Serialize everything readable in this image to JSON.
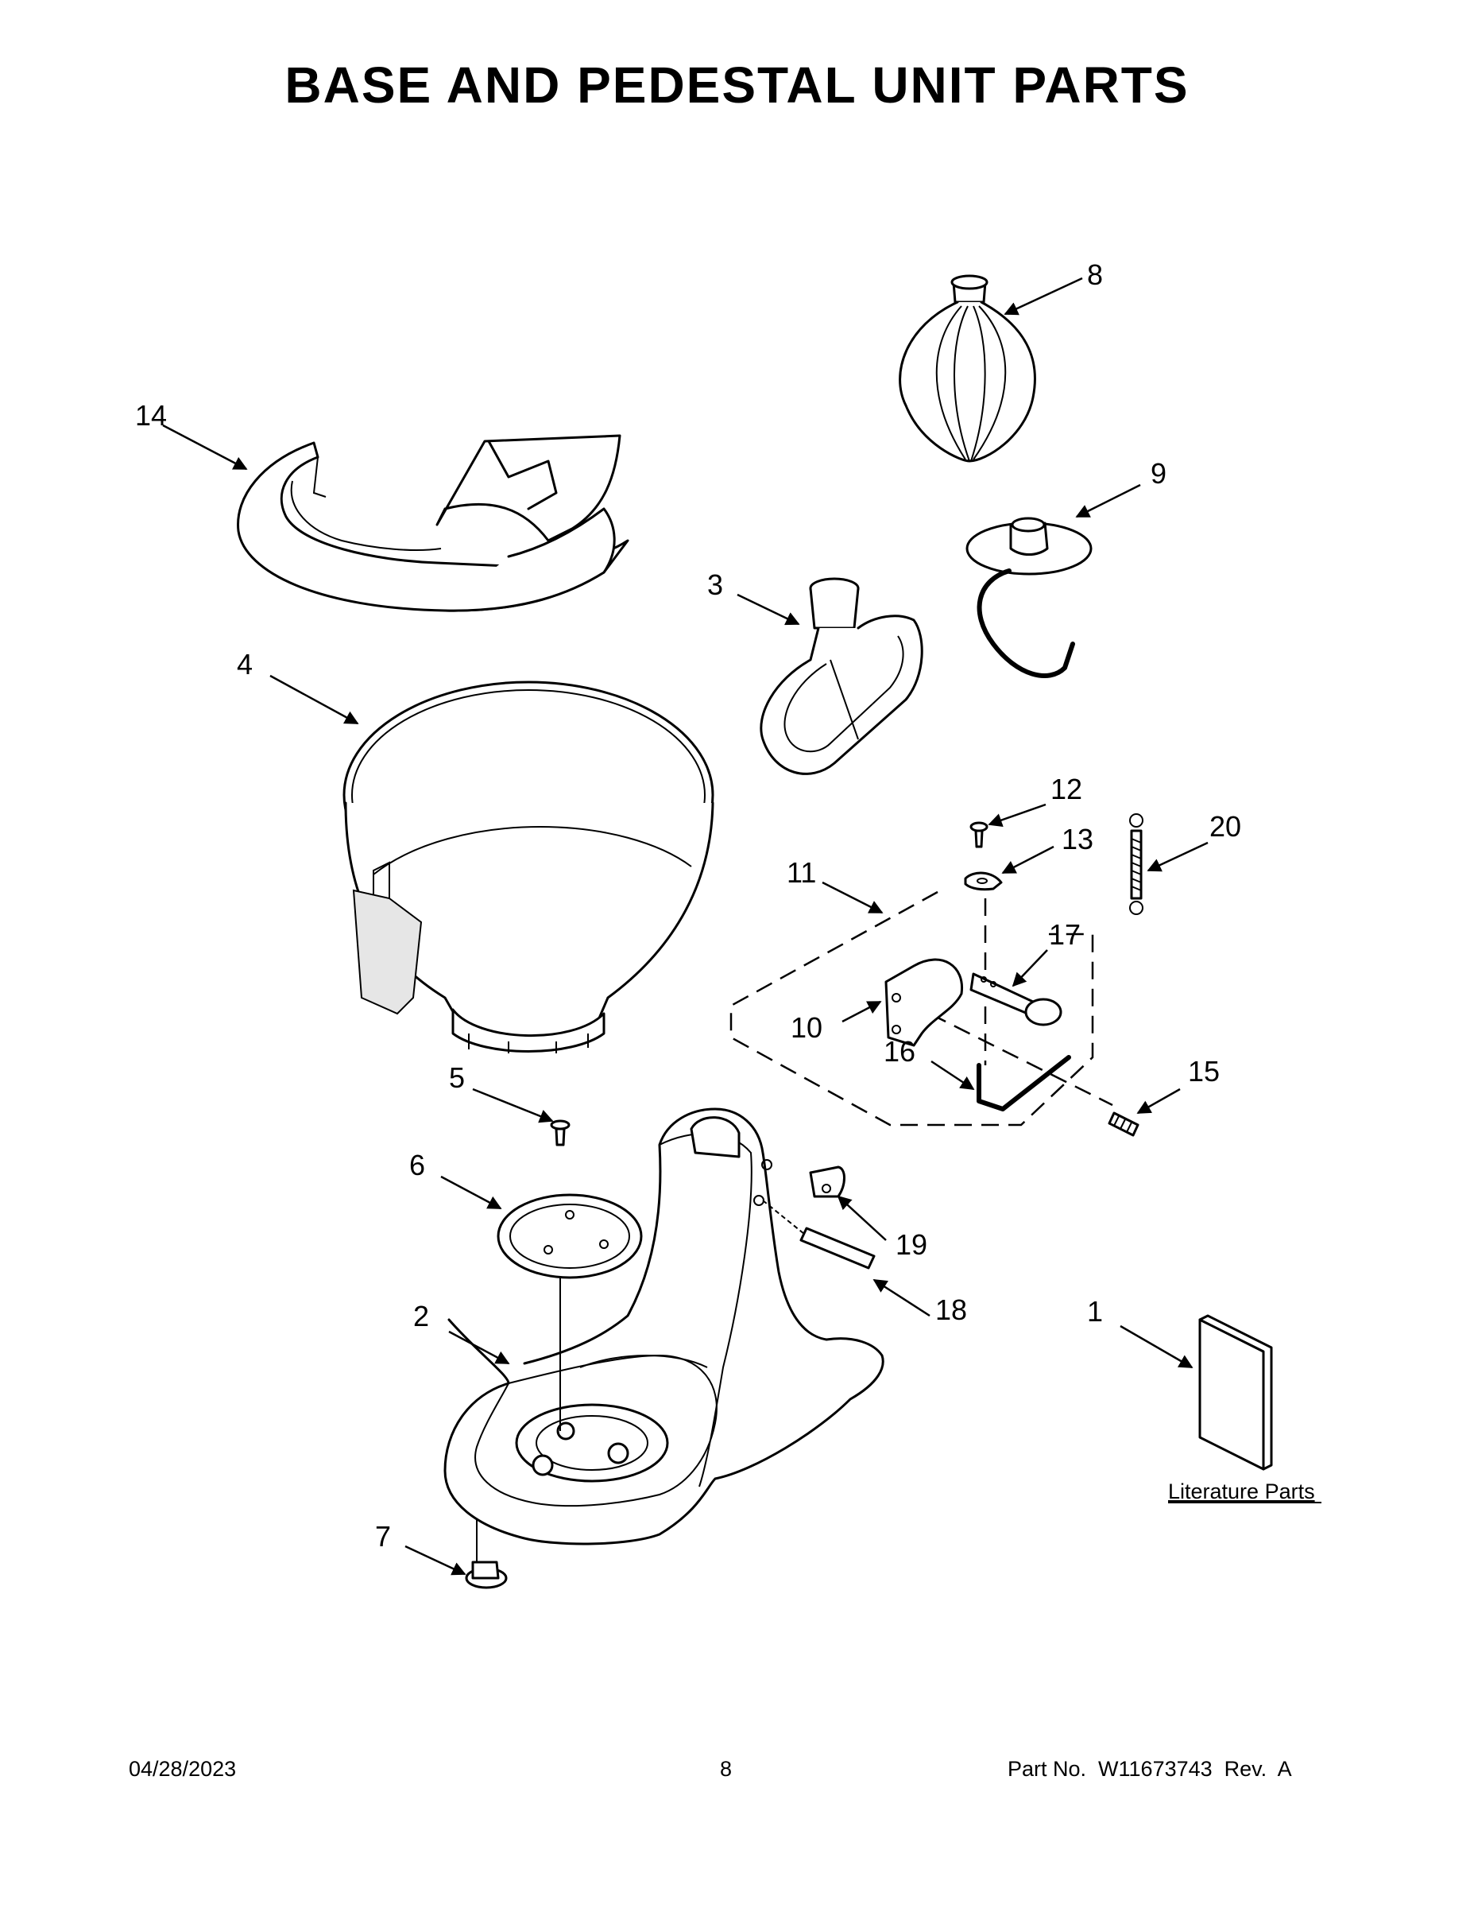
{
  "title": "BASE AND PEDESTAL UNIT PARTS",
  "callouts": {
    "c1": "1",
    "c2": "2",
    "c3": "3",
    "c4": "4",
    "c5": "5",
    "c6": "6",
    "c7": "7",
    "c8": "8",
    "c9": "9",
    "c10": "10",
    "c11": "11",
    "c12": "12",
    "c13": "13",
    "c14": "14",
    "c15": "15",
    "c16": "16",
    "c17": "17",
    "c18": "18",
    "c19": "19",
    "c20": "20"
  },
  "literature_label": "Literature Parts",
  "footer": {
    "date": "04/28/2023",
    "page": "8",
    "part_no": "Part No.  W11673743  Rev.  A"
  }
}
